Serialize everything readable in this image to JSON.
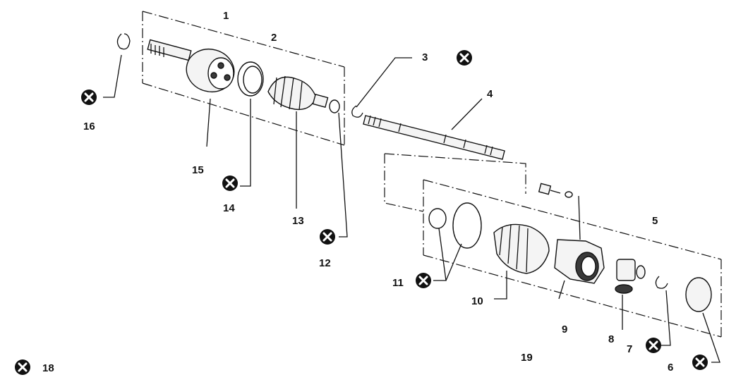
{
  "callouts": {
    "n1": "1",
    "n2": "2",
    "n3": "3",
    "n4": "4",
    "n5": "5",
    "n6": "6",
    "n7": "7",
    "n8": "8",
    "n9": "9",
    "n10": "10",
    "n11": "11",
    "n12": "12",
    "n13": "13",
    "n14": "14",
    "n15": "15",
    "n16": "16",
    "n18": "18",
    "n19": "19"
  },
  "icons": {
    "replace_marker": "circled-x-icon"
  }
}
